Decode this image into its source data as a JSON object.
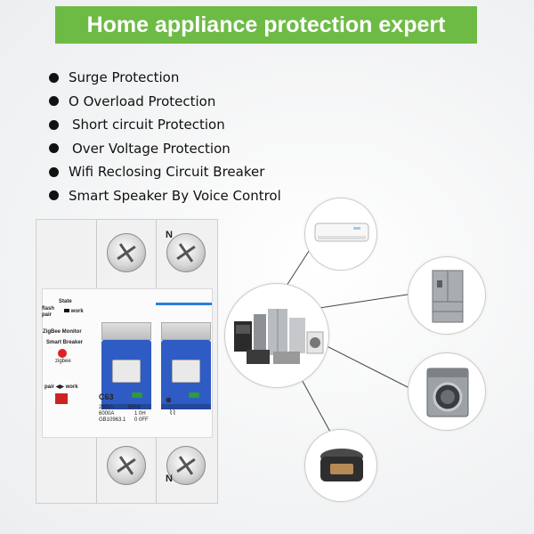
{
  "banner": {
    "title": "Home appliance protection expert"
  },
  "features": [
    "Surge Protection",
    "O Overload Protection",
    "Short circuit Protection",
    "Over Voltage Protection",
    "Wifi Reclosing Circuit Breaker",
    "Smart Speaker By Voice Control"
  ],
  "breaker": {
    "n_top": "N",
    "n_bottom": "N",
    "state": "State",
    "flash": "flash",
    "pair": "pair",
    "work": "work",
    "zigbee_monitor": "ZigBee Monitor",
    "smart_breaker": "Smart Breaker",
    "zigbee": "zigbee",
    "pair_work": "pair ◀▶ work",
    "model": "C63",
    "spec1": "230V~",
    "spec2": "6000A",
    "spec3": "GB10963.1",
    "freq": "50Hz",
    "on": "1 0H",
    "off": "0 0FF",
    "blue_color": "#2f5cc4",
    "led_color": "#2e9a3a"
  },
  "diagram": {
    "appliances": [
      "air-conditioner",
      "refrigerator",
      "washing-machine",
      "rice-cooker"
    ],
    "hub": "appliances-group"
  },
  "colors": {
    "banner": "#6dbb45",
    "text": "#111111"
  }
}
